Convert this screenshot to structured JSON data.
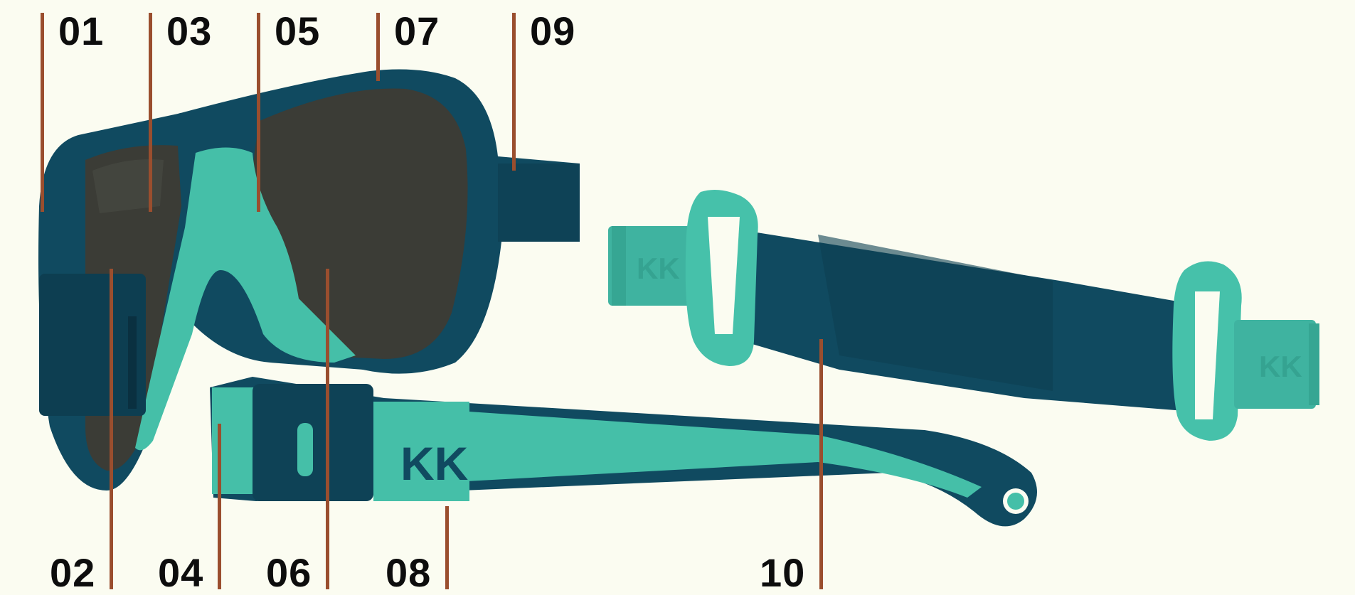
{
  "brand_mark": "KK",
  "colors": {
    "background": "#fbfcf1",
    "frame_navy": "#104a60",
    "accent_teal": "#41b9a2",
    "lens_dark": "#3b3c36",
    "leader_line": "#9a4e2e",
    "label_text": "#0d0d0d"
  },
  "callouts": [
    {
      "id": "01",
      "label": "01"
    },
    {
      "id": "02",
      "label": "02"
    },
    {
      "id": "03",
      "label": "03"
    },
    {
      "id": "04",
      "label": "04"
    },
    {
      "id": "05",
      "label": "05"
    },
    {
      "id": "06",
      "label": "06"
    },
    {
      "id": "07",
      "label": "07"
    },
    {
      "id": "08",
      "label": "08"
    },
    {
      "id": "09",
      "label": "09"
    },
    {
      "id": "10",
      "label": "10"
    }
  ]
}
